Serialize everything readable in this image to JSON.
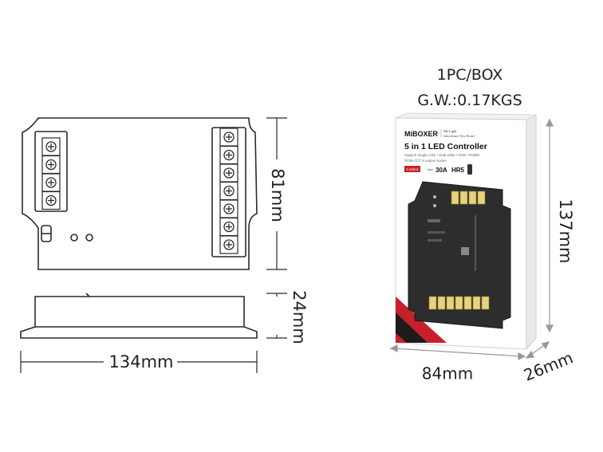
{
  "package": {
    "quantity": "1PC/BOX",
    "gross_weight": "G.W.:0.17KGS"
  },
  "dimensions": {
    "controller_width": "134mm",
    "controller_height": "81mm",
    "controller_depth": "24mm",
    "box_width": "84mm",
    "box_height": "137mm",
    "box_depth": "26mm"
  },
  "box_label": {
    "brand": "MiBOXER",
    "brand_note_1": "Mi-Light",
    "brand_note_2": "Subordinate New Brand",
    "product_title": "5 in 1 LED Controller",
    "support_line_1": "Support Single color / Dual white / RGB / RGBW",
    "support_line_2": "RGB+CCT 5 output modes",
    "frequency_badge": "2.4GHz",
    "current_rating": "30A",
    "current_prefix": "Max",
    "model": "HR5"
  },
  "colors": {
    "line": "#2a2a2a",
    "box_red": "#c8202a",
    "device_dark": "#2d2d2d",
    "terminal_yellow": "#e8d27a"
  }
}
